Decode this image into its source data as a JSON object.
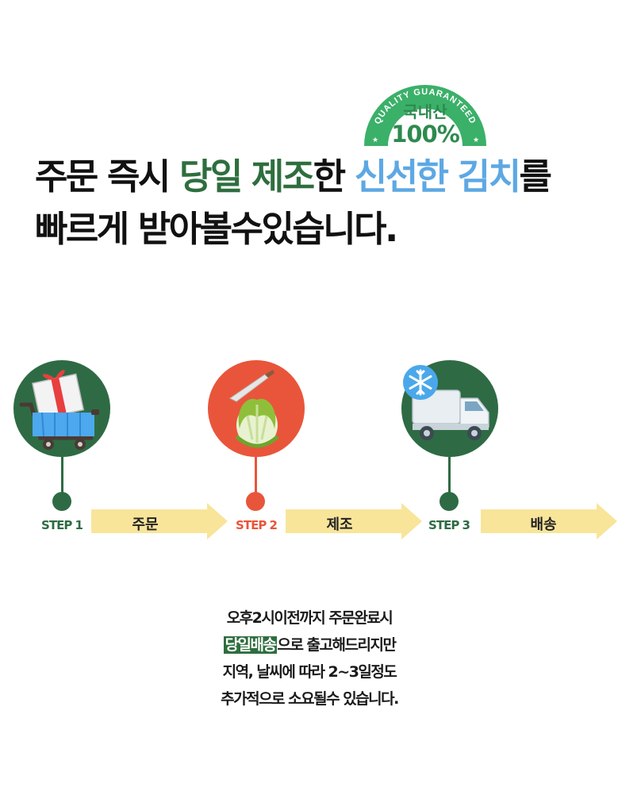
{
  "badge": {
    "arc_text": "QUALITY GUARANTEED",
    "origin": "국내산",
    "percent": "100%"
  },
  "headline": {
    "line1_a": "주문 즉시 ",
    "line1_green": "당일 제조",
    "line1_b": "한 ",
    "line1_blue": "신선한 김치",
    "line1_c": "를",
    "line2": "빠르게 받아볼수있습니다."
  },
  "steps": [
    {
      "label": "STEP 1",
      "action": "주문",
      "icon": "shopping-cart-gift-icon",
      "color": "#2e6b44"
    },
    {
      "label": "STEP 2",
      "action": "제조",
      "icon": "cabbage-knife-icon",
      "color": "#e9553a"
    },
    {
      "label": "STEP 3",
      "action": "배송",
      "icon": "refrigerated-truck-icon",
      "color": "#2e6b44"
    }
  ],
  "colors": {
    "brand_green": "#2e6e3e",
    "accent_blue": "#5da8e4",
    "arrow_yellow": "#f8e59a",
    "step2_red": "#e9553a"
  },
  "note": {
    "line1": "오후2시이전까지 주문완료시",
    "line2_hl": "당일배송",
    "line2_rest": "으로 출고해드리지만",
    "line3": "지역, 날씨에 따라 2~3일정도",
    "line4": "추가적으로 소요될수 있습니다."
  }
}
